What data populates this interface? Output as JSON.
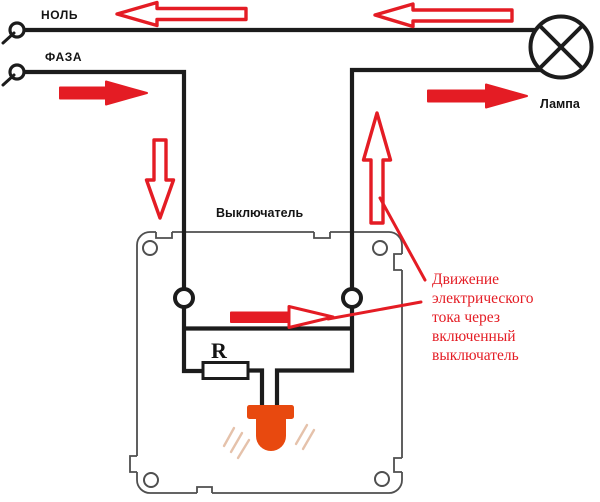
{
  "diagram": {
    "labels": {
      "neutral": "НОЛЬ",
      "phase": "ФАЗА",
      "switch": "Выключатель",
      "lamp": "Лампа",
      "resistor": "R"
    },
    "annotation": {
      "text": "Движение\nэлектрического\nтока через\nвключенный\nвыключатель",
      "color": "#e41c24"
    },
    "colors": {
      "wire": "#1c1c1c",
      "red": "#e41c24",
      "led": "#e8490f",
      "outline": "#4f4f4f",
      "rays": "#d8a27f",
      "background": "#ffffff"
    },
    "arrows": [
      {
        "name": "neutral-current-arrow-outer",
        "direction": "left",
        "style": "outlined"
      },
      {
        "name": "neutral-current-arrow-near-lamp",
        "direction": "left",
        "style": "outlined"
      },
      {
        "name": "phase-current-arrow",
        "direction": "right",
        "style": "solid"
      },
      {
        "name": "lamp-current-arrow",
        "direction": "right",
        "style": "solid"
      },
      {
        "name": "phase-down-arrow",
        "direction": "down",
        "style": "outlined"
      },
      {
        "name": "switch-up-arrow",
        "direction": "up",
        "style": "outlined"
      },
      {
        "name": "switch-internal-current-arrow",
        "direction": "right",
        "style": "solid-body-outlined-head"
      }
    ],
    "icons": [
      "neutral-terminal-icon",
      "phase-terminal-icon",
      "lamp-icon",
      "switch-enclosure",
      "resistor-symbol",
      "led-indicator-icon"
    ]
  }
}
